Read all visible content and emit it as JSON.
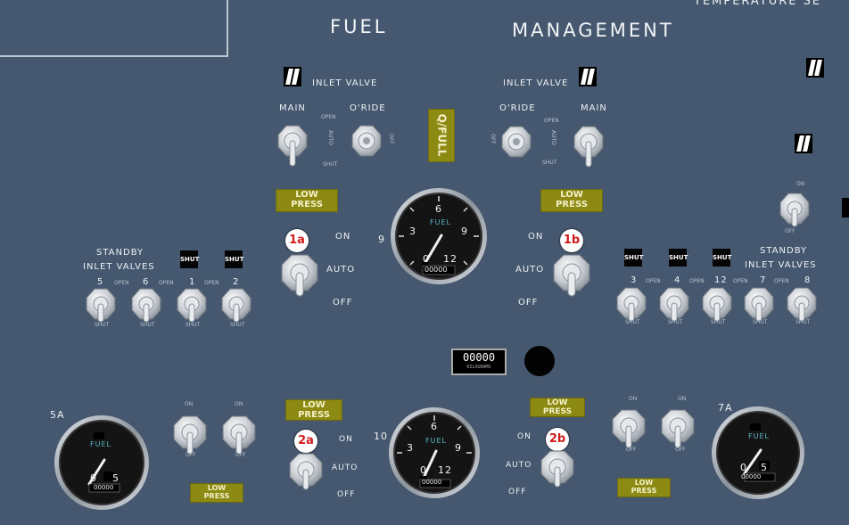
{
  "header": {
    "title_left": "FUEL",
    "title_right": "MANAGEMENT",
    "corner_text": "TEMPERATURE SE"
  },
  "inlet_left": {
    "label": "INLET VALVE",
    "main": "MAIN",
    "oride": "O'RIDE",
    "open": "OPEN",
    "auto": "AUTO",
    "shut": "SHUT",
    "off": "OFF"
  },
  "inlet_right": {
    "label": "INLET VALVE",
    "main": "MAIN",
    "oride": "O'RIDE",
    "open": "OPEN",
    "auto": "AUTO",
    "shut": "SHUT",
    "off": "OFF"
  },
  "qfull": "Q/FULL",
  "low_press": {
    "line1": "LOW",
    "line2": "PRESS"
  },
  "pump_1a": {
    "badge": "1a",
    "on": "ON",
    "auto": "AUTO",
    "off": "OFF"
  },
  "pump_1b": {
    "badge": "1b",
    "on": "ON",
    "auto": "AUTO",
    "off": "OFF"
  },
  "pump_2a": {
    "badge": "2a",
    "on": "ON",
    "auto": "AUTO",
    "off": "OFF"
  },
  "pump_2b": {
    "badge": "2b",
    "on": "ON",
    "auto": "AUTO",
    "off": "OFF"
  },
  "standby_left": {
    "line1": "STANDBY",
    "line2": "INLET VALVES",
    "valves": [
      {
        "num": "5",
        "state": "OPEN"
      },
      {
        "num": "6",
        "state": "OPEN"
      },
      {
        "num": "1",
        "state": "OPEN"
      },
      {
        "num": "2",
        "state": "OPEN"
      }
    ],
    "shut_flag": "SHUT",
    "shut_label": "SHUT"
  },
  "standby_right": {
    "line1": "STANDBY",
    "line2": "INLET VALVES",
    "valves": [
      {
        "num": "3",
        "state": "OPEN"
      },
      {
        "num": "4",
        "state": "OPEN"
      },
      {
        "num": "12",
        "state": "OPEN"
      },
      {
        "num": "7",
        "state": "OPEN"
      },
      {
        "num": "8",
        "state": "OPEN"
      }
    ],
    "shut_flag": "SHUT",
    "shut_label": "SHUT"
  },
  "gauge_top": {
    "side_label": "9",
    "fuel": "FUEL",
    "n3": "3",
    "n6": "6",
    "n9": "9",
    "n0": "0",
    "n12": "12",
    "odo": "00000"
  },
  "gauge_mid": {
    "side_label": "10",
    "fuel": "FUEL",
    "n3": "3",
    "n6": "6",
    "n9": "9",
    "n0": "0",
    "n12": "12",
    "odo": "00000"
  },
  "gauge_5a": {
    "side_label": "5A",
    "fuel": "FUEL",
    "n0": "0",
    "n5": "5",
    "odo": "00000"
  },
  "gauge_7a": {
    "side_label": "7A",
    "fuel": "FUEL",
    "n0": "0",
    "n5": "5",
    "odo": "00000"
  },
  "totalizer": {
    "value": "00000",
    "unit": "KILOGRAMS"
  },
  "pump_toggles": {
    "on": "ON",
    "off": "OFF"
  },
  "right_edge": {
    "on": "ON",
    "off": "OFF"
  },
  "colors": {
    "panel": "#45586f",
    "amber": "#8d8a14",
    "badge_text": "#d21c1c"
  }
}
